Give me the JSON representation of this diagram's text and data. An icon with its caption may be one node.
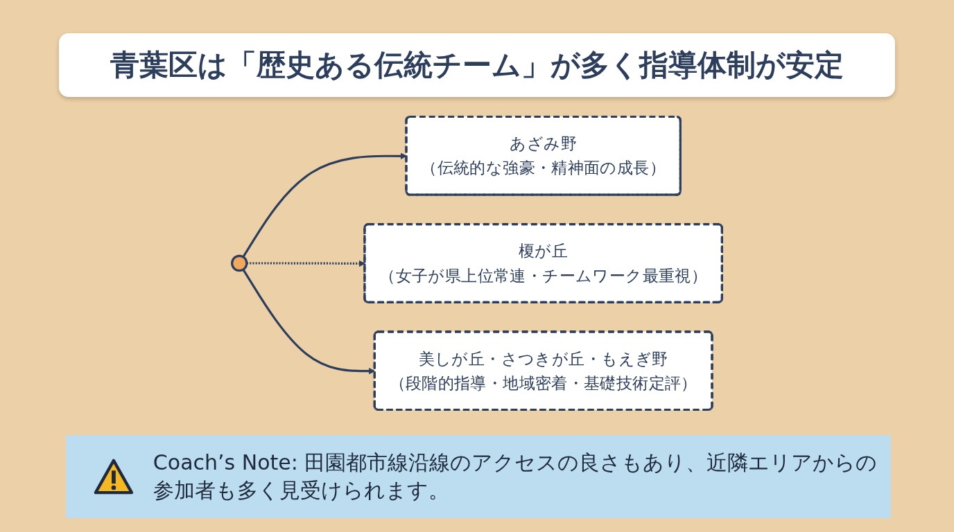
{
  "diagram": {
    "title": "青葉区は「歴史ある伝統チーム」が多く指導体制が安定",
    "nodes": [
      {
        "text": [],
        "shape": "circle"
      },
      {
        "text": [
          "あざみ野",
          "（伝統的な強豪・精神面の成長）"
        ]
      },
      {
        "text": [
          "榎が丘",
          "（女子が県上位常連・チームワーク最重視）"
        ]
      },
      {
        "text": [
          "美しが丘・さつきが丘・もえぎ野",
          "（段階的指導・地域密着・基礎技術定評）"
        ]
      }
    ],
    "edges": [
      {
        "from": 0,
        "to": 1,
        "arrow": "to"
      },
      {
        "from": 0,
        "to": 2,
        "arrow": "to",
        "style": "dashed"
      },
      {
        "from": 0,
        "to": 3,
        "arrow": "to"
      }
    ],
    "labels": [
      "Coach’s Note: 田園都市線沿線のアクセスの良さもあり、近隣エリアからの参加者も多く見受けられます。"
    ]
  }
}
